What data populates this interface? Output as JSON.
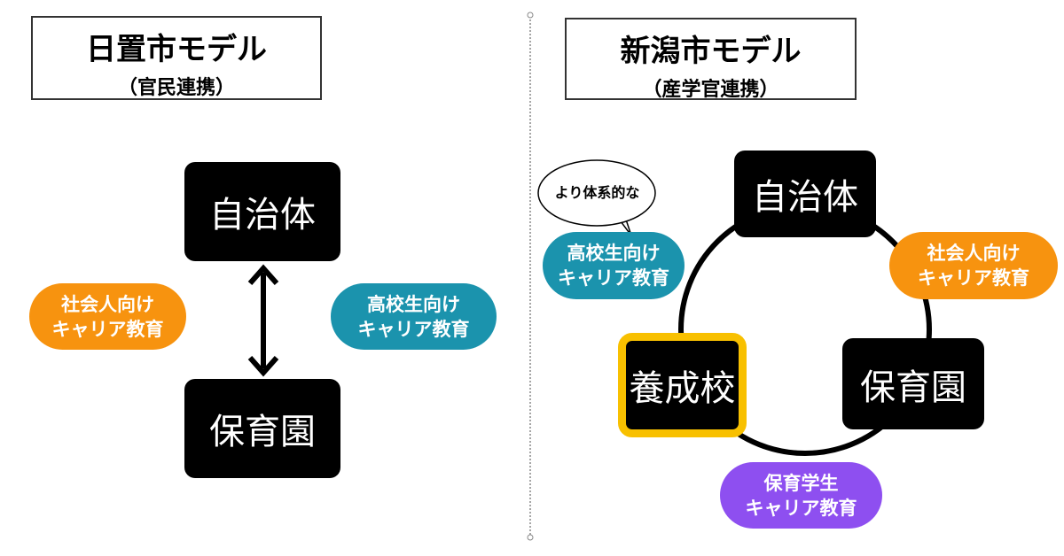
{
  "left": {
    "title": "日置市モデル",
    "subtitle": "（官民連携）",
    "top_box": "自治体",
    "bottom_box": "保育園",
    "orange_pill": [
      "社会人向け",
      "キャリア教育"
    ],
    "teal_pill": [
      "高校生向け",
      "キャリア教育"
    ]
  },
  "right": {
    "title": "新潟市モデル",
    "subtitle": "（産学官連携）",
    "top_box": "自治体",
    "right_box": "保育園",
    "left_box": "養成校",
    "speech_bubble": "より体系的な",
    "teal_pill": [
      "高校生向け",
      "キャリア教育"
    ],
    "orange_pill": [
      "社会人向け",
      "キャリア教育"
    ],
    "purple_pill": [
      "保育学生",
      "キャリア教育"
    ]
  },
  "colors": {
    "teal": "#1b93ad",
    "orange": "#f7930f",
    "purple": "#8e4ff0",
    "highlight": "#f8c000"
  }
}
